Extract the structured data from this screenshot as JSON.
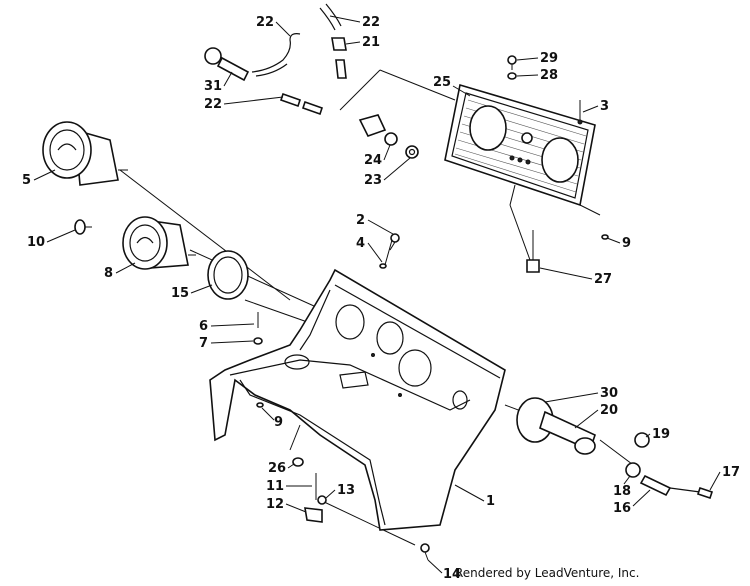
{
  "diagram": {
    "callouts": [
      "1",
      "2",
      "3",
      "4",
      "5",
      "6",
      "7",
      "8",
      "9",
      "9",
      "10",
      "11",
      "12",
      "13",
      "14",
      "15",
      "16",
      "17",
      "18",
      "19",
      "20",
      "21",
      "22",
      "22",
      "22",
      "23",
      "24",
      "25",
      "26",
      "27",
      "28",
      "29",
      "30",
      "31"
    ],
    "footer": "Rendered by LeadVenture, Inc."
  }
}
